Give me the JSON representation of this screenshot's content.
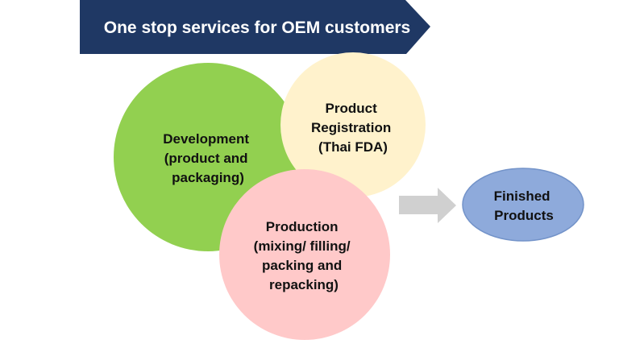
{
  "banner": {
    "title": "One stop services for OEM customers",
    "color": "#1f3864"
  },
  "nodes": [
    {
      "id": "development",
      "lines": [
        "Development",
        "(product and",
        "packaging)"
      ],
      "color": "#92d050"
    },
    {
      "id": "registration",
      "lines": [
        "Product",
        "Registration",
        "(Thai FDA)"
      ],
      "color": "#fff2cc"
    },
    {
      "id": "production",
      "lines": [
        "Production",
        "(mixing/ filling/",
        "packing and",
        "repacking)"
      ],
      "color": "#ffc9c9"
    }
  ],
  "arrow": {
    "icon": "right-arrow-icon",
    "color": "#d0d0d0"
  },
  "result": {
    "lines": [
      "Finished",
      "Products"
    ],
    "color": "#8eaadb",
    "border_color": "#7393c9"
  }
}
